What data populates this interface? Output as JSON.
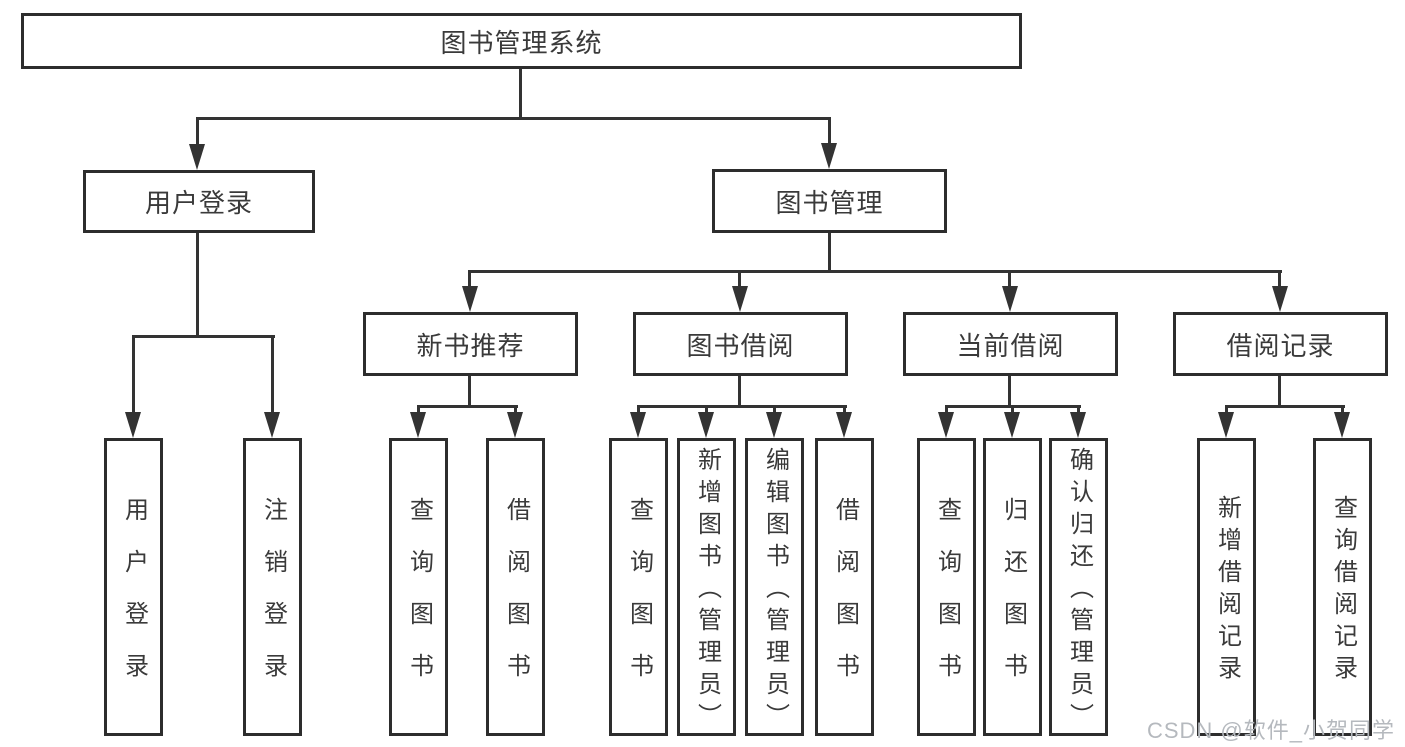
{
  "diagram": {
    "title": "图书管理系统",
    "type": "hierarchy-tree",
    "colors": {
      "line": "#333333",
      "border": "#2d2d2d",
      "text": "#3a3a3a",
      "background": "#ffffff",
      "watermark": "#b5b9be"
    },
    "tree": {
      "root": {
        "label": "图书管理系统",
        "children": [
          {
            "label": "用户登录",
            "children": [
              {
                "label": "用户登录"
              },
              {
                "label": "注销登录"
              }
            ]
          },
          {
            "label": "图书管理",
            "children": [
              {
                "label": "新书推荐",
                "children": [
                  {
                    "label": "查询图书"
                  },
                  {
                    "label": "借阅图书"
                  }
                ]
              },
              {
                "label": "图书借阅",
                "children": [
                  {
                    "label": "查询图书"
                  },
                  {
                    "label": "新增图书（管理员）"
                  },
                  {
                    "label": "编辑图书（管理员）"
                  },
                  {
                    "label": "借阅图书"
                  }
                ]
              },
              {
                "label": "当前借阅",
                "children": [
                  {
                    "label": "查询图书"
                  },
                  {
                    "label": "归还图书"
                  },
                  {
                    "label": "确认归还（管理员）"
                  }
                ]
              },
              {
                "label": "借阅记录",
                "children": [
                  {
                    "label": "新增借阅记录"
                  },
                  {
                    "label": "查询借阅记录"
                  }
                ]
              }
            ]
          }
        ]
      }
    }
  },
  "watermark": {
    "text": "CSDN @软件_小贺同学"
  }
}
